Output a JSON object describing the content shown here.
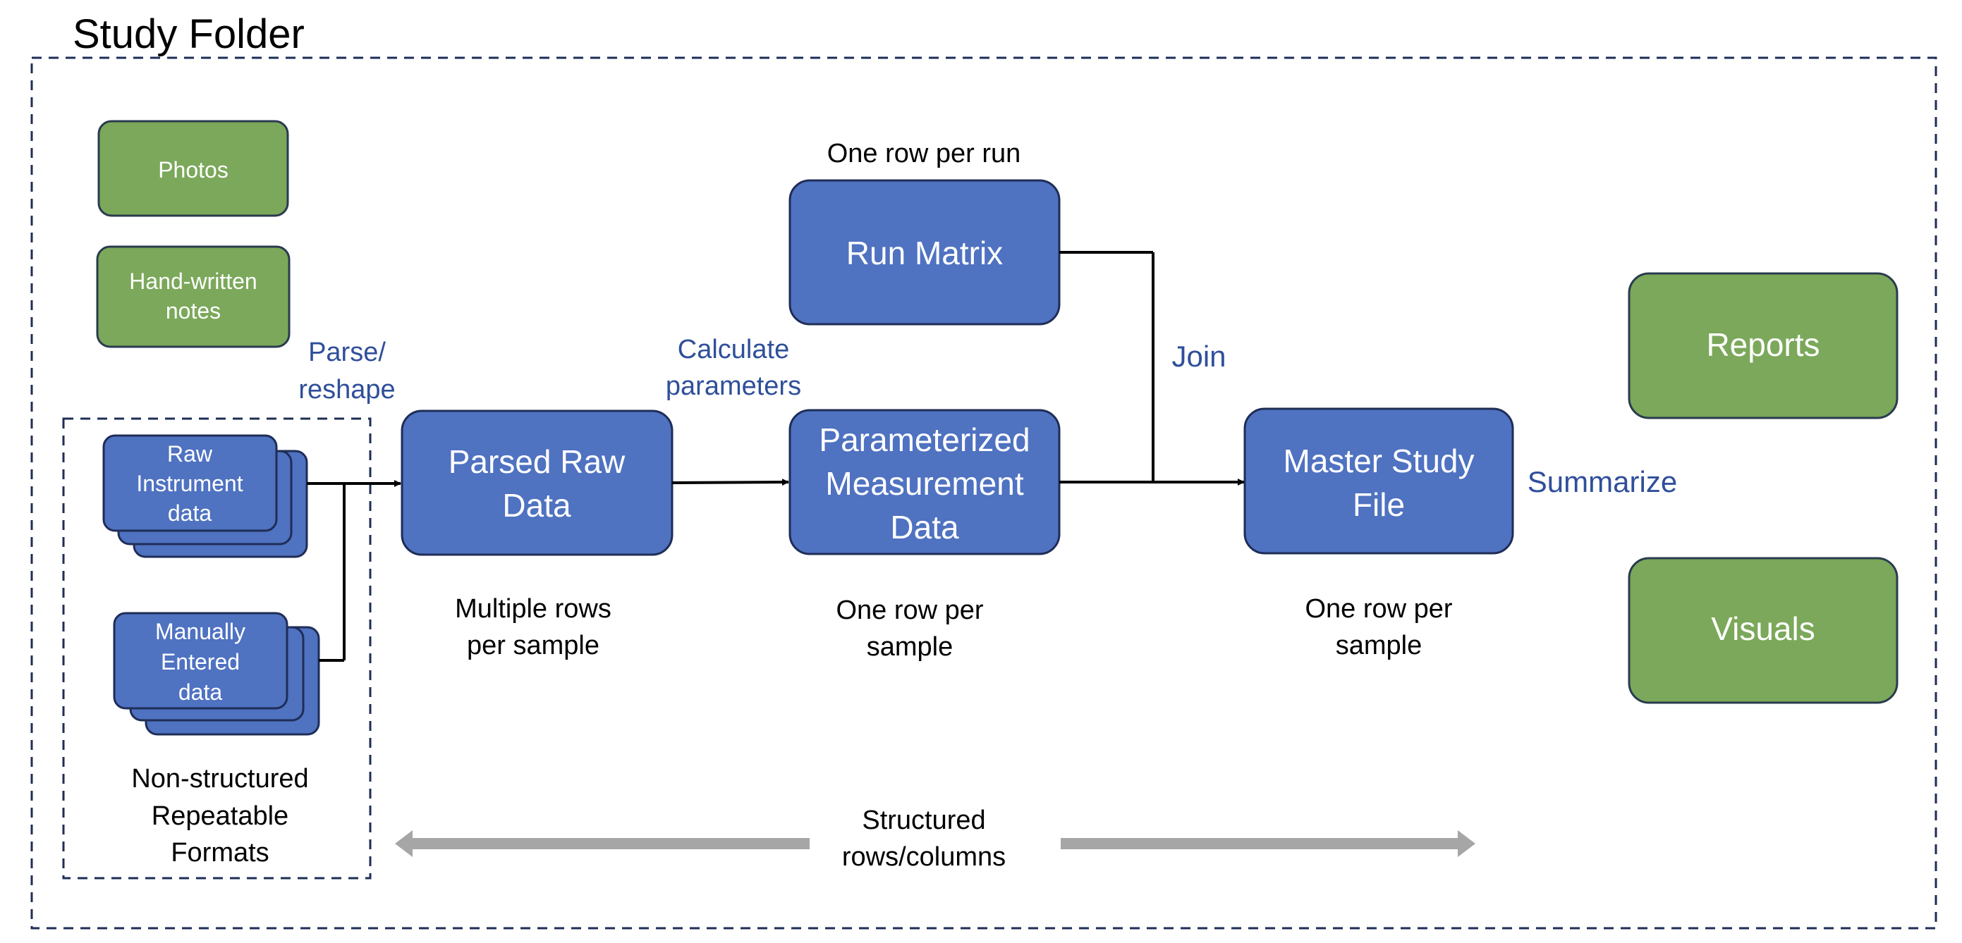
{
  "title": "Study Folder",
  "boxes": {
    "photos": "Photos",
    "handwritten": [
      "Hand-written",
      "notes"
    ],
    "raw_instrument": [
      "Raw",
      "Instrument",
      "data"
    ],
    "manual": [
      "Manually",
      "Entered",
      "data"
    ],
    "parsed": [
      "Parsed Raw",
      "Data"
    ],
    "run_matrix": "Run Matrix",
    "parameterized": [
      "Parameterized",
      "Measurement",
      "Data"
    ],
    "master": [
      "Master Study",
      "File"
    ],
    "reports": "Reports",
    "visuals": "Visuals"
  },
  "labels": {
    "parse_reshape": [
      "Parse/",
      "reshape"
    ],
    "calculate": [
      "Calculate",
      "parameters"
    ],
    "join": "Join",
    "summarize": "Summarize",
    "one_row_per_run": "One row per run",
    "multiple_rows": [
      "Multiple rows",
      "per sample"
    ],
    "one_row_param": [
      "One row per",
      "sample"
    ],
    "one_row_master": [
      "One row per",
      "sample"
    ],
    "non_structured": [
      "Non-structured",
      "Repeatable",
      "Formats"
    ],
    "structured": [
      "Structured",
      "rows/columns"
    ]
  },
  "colors": {
    "blue_box": "#4f72c1",
    "blue_border": "#1f2d56",
    "green_box": "#7ba85a",
    "green_border": "#2a3b4f",
    "accent_text": "#2f4f9a",
    "gray_arrow": "#a6a6a6"
  }
}
